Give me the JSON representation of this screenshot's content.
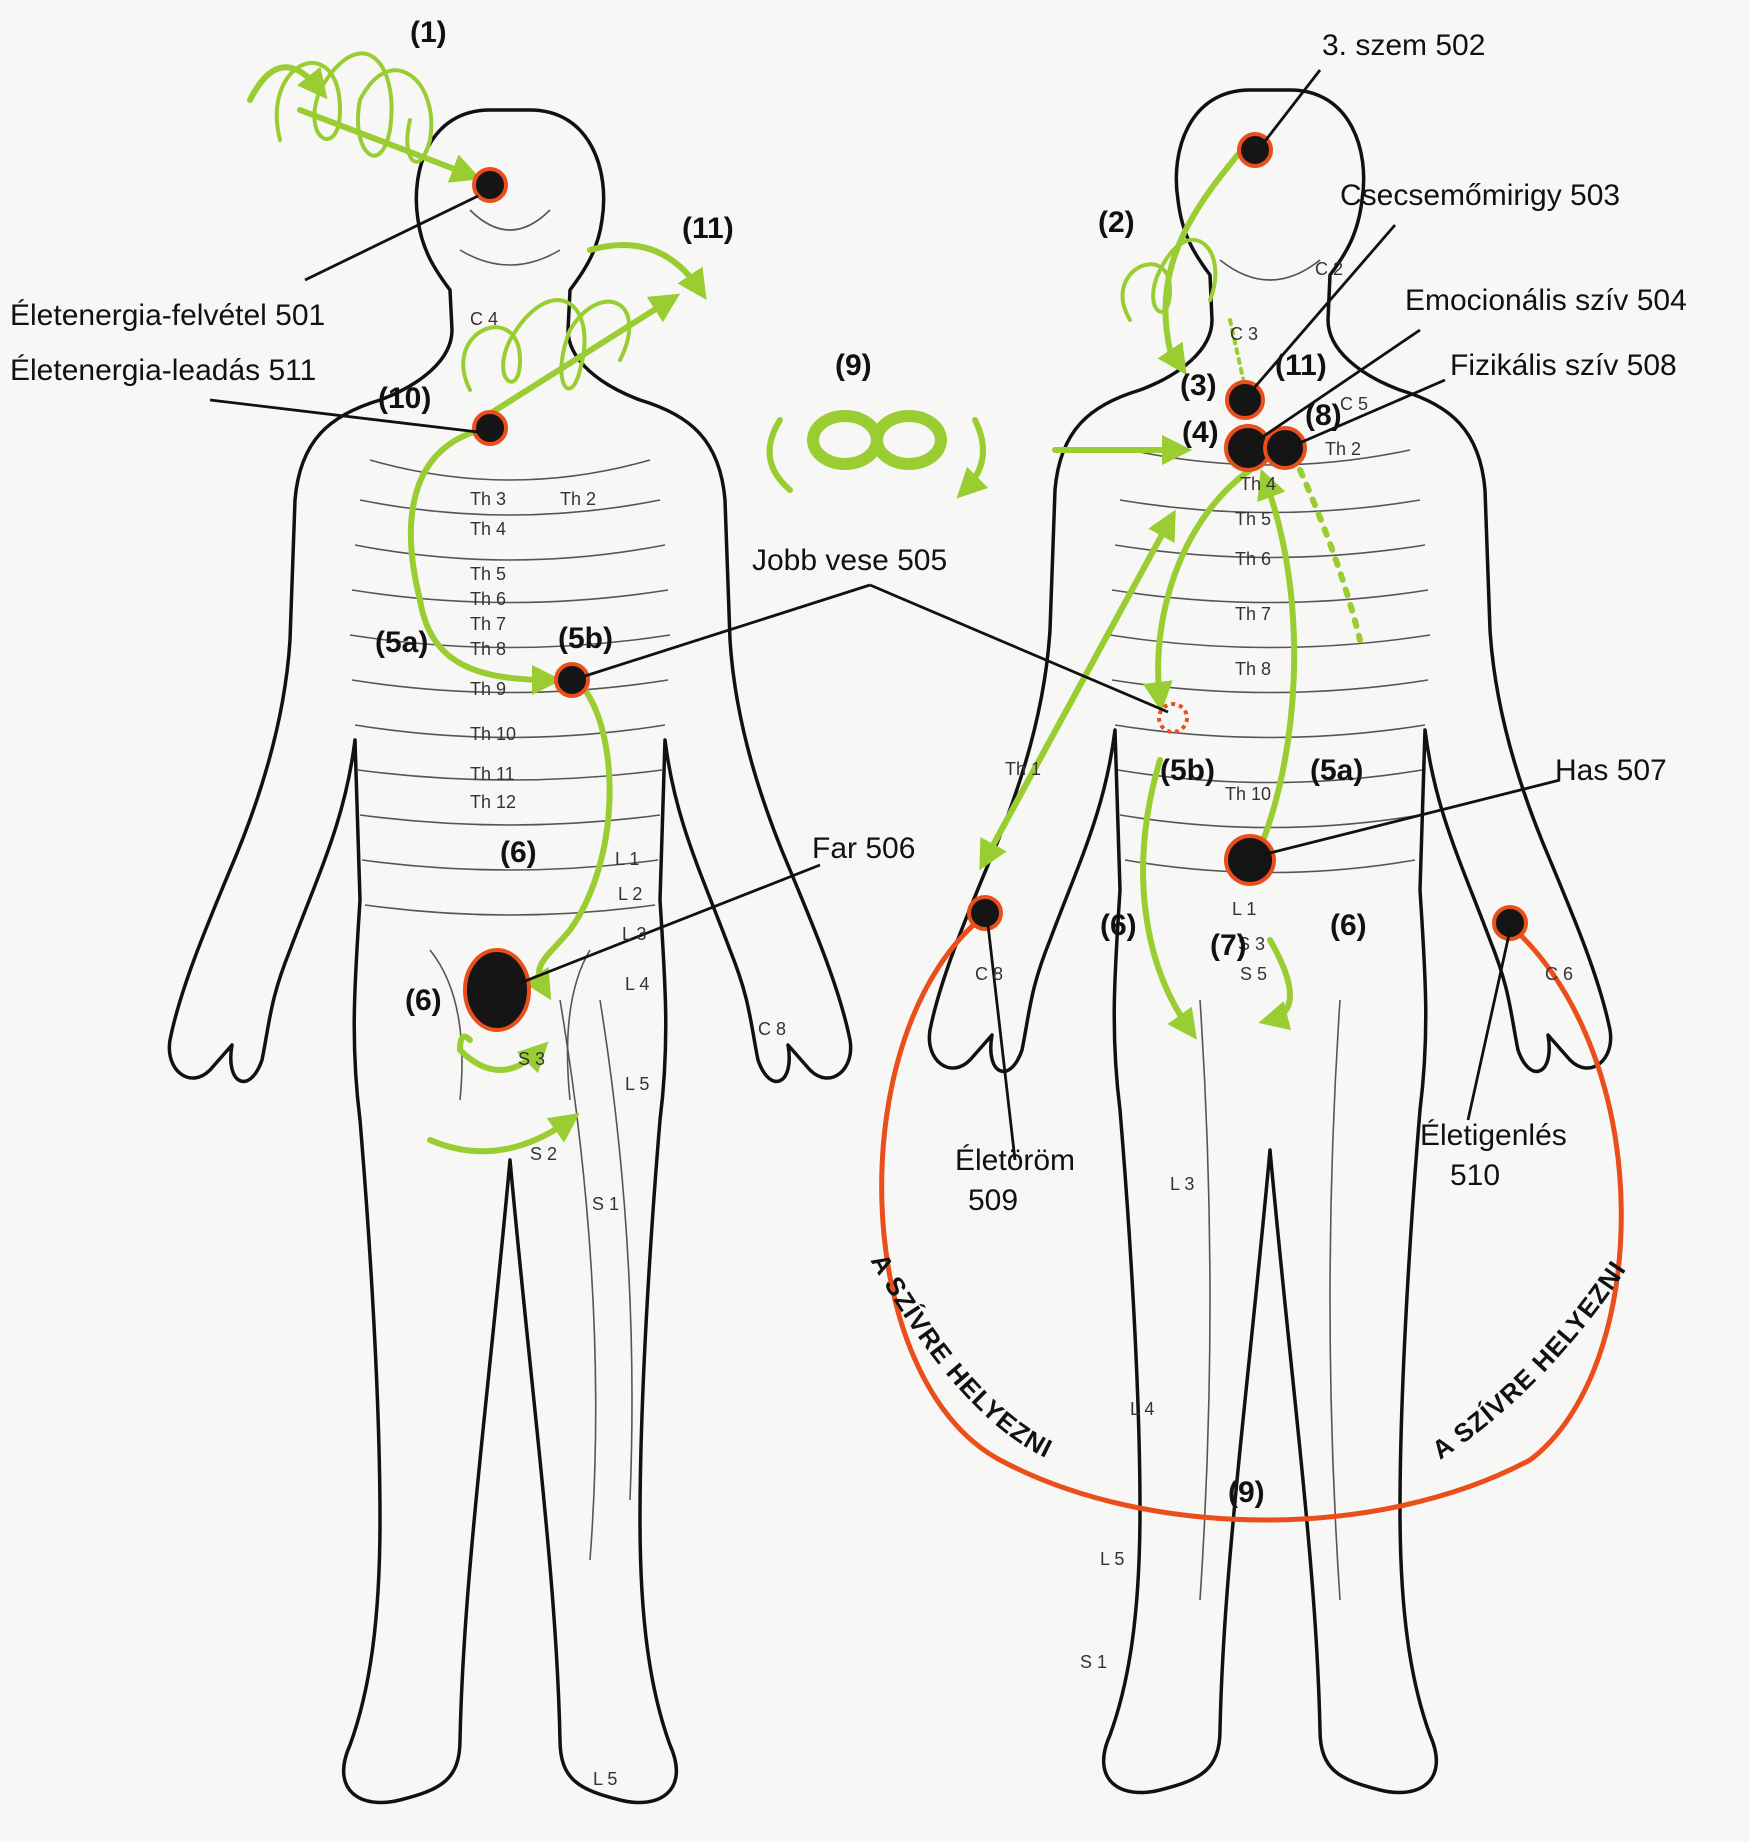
{
  "colors": {
    "energy_green": "#9acd32",
    "heart_arc": "#e94e1b",
    "point_fill": "#151515"
  },
  "labels": {
    "l501": "Életenergia-felvétel 501",
    "l511": "Életenergia-leadás 511",
    "l502": "3. szem 502",
    "l503": "Csecsemőmirigy 503",
    "l504": "Emocionális szív 504",
    "l508": "Fizikális szív 508",
    "l505": "Jobb vese 505",
    "l506": "Far 506",
    "l507": "Has 507",
    "l509_a": "Életöröm",
    "l509_b": "509",
    "l510_a": "Életigenlés",
    "l510_b": "510",
    "arc_text": "A SZÍVRE HELYEZNI"
  },
  "steps": {
    "s1": "(1)",
    "s2": "(2)",
    "s3": "(3)",
    "s4": "(4)",
    "s5a": "(5a)",
    "s5b": "(5b)",
    "s6": "(6)",
    "s7": "(7)",
    "s8": "(8)",
    "s9": "(9)",
    "s10": "(10)",
    "s11": "(11)"
  },
  "segments_back": [
    "C 4",
    "Th 3",
    "Th 2",
    "Th 4",
    "Th 5",
    "Th 6",
    "Th 7",
    "Th 8",
    "Th 9",
    "Th 10",
    "Th 11",
    "Th 12",
    "L 1",
    "L 2",
    "L 3",
    "L 4",
    "L 5",
    "C 8",
    "S 3",
    "S 2",
    "S 1",
    "L 5"
  ],
  "segments_front": [
    "C 2",
    "C 3",
    "C 5",
    "Th 2",
    "Th 4",
    "Th 5",
    "Th 6",
    "Th 7",
    "Th 8",
    "Th 1",
    "Th 10",
    "L 1",
    "S 3",
    "S 5",
    "C 8",
    "C 6",
    "L 3",
    "L 4",
    "L 5",
    "S 1"
  ]
}
